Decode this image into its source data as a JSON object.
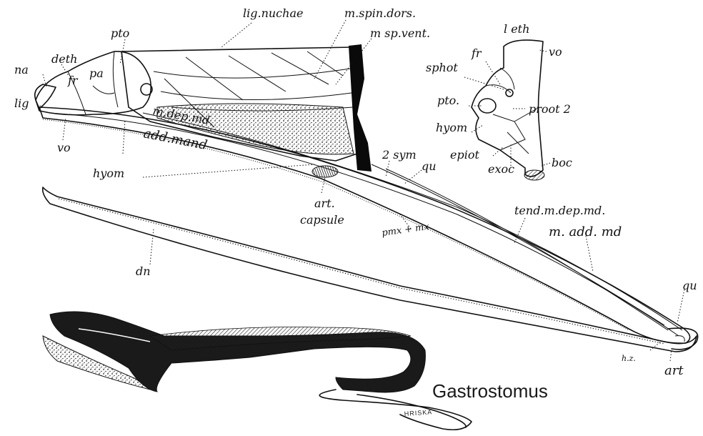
{
  "labels": {
    "lig_nuchae": "lig.nuchae",
    "m_spin_dors": "m.spin.dors.",
    "m_sp_vent": "m sp.vent.",
    "pto": "pto",
    "deth": "deth",
    "na": "na",
    "fr": "fr",
    "pa": "pa",
    "lig": "lig",
    "vo": "vo",
    "m_dep_md": "m.dep.md",
    "add_mand": "add.mand",
    "hyom": "hyom",
    "sym": "2 sym",
    "qu": "qu",
    "art_capsule_1": "art.",
    "art_capsule_2": "capsule",
    "pmx_mx": "pmx + mx",
    "tend_m_dep_md": "tend.m.dep.md.",
    "m_add_md": "m. add. md",
    "dn": "dn",
    "qu_right": "qu",
    "art": "art",
    "hz": "h.z.",
    "skull_l_eth": "l eth",
    "skull_fr": "fr",
    "skull_vo": "vo",
    "skull_sphot": "sphot",
    "skull_pto": "pto.",
    "skull_proot": "proot 2",
    "skull_hyom": "hyom",
    "skull_epiot": "epiot",
    "skull_exoc": "exoc",
    "skull_boc": "boc"
  },
  "title": "Gastrostomus",
  "signature": "HRISKA"
}
